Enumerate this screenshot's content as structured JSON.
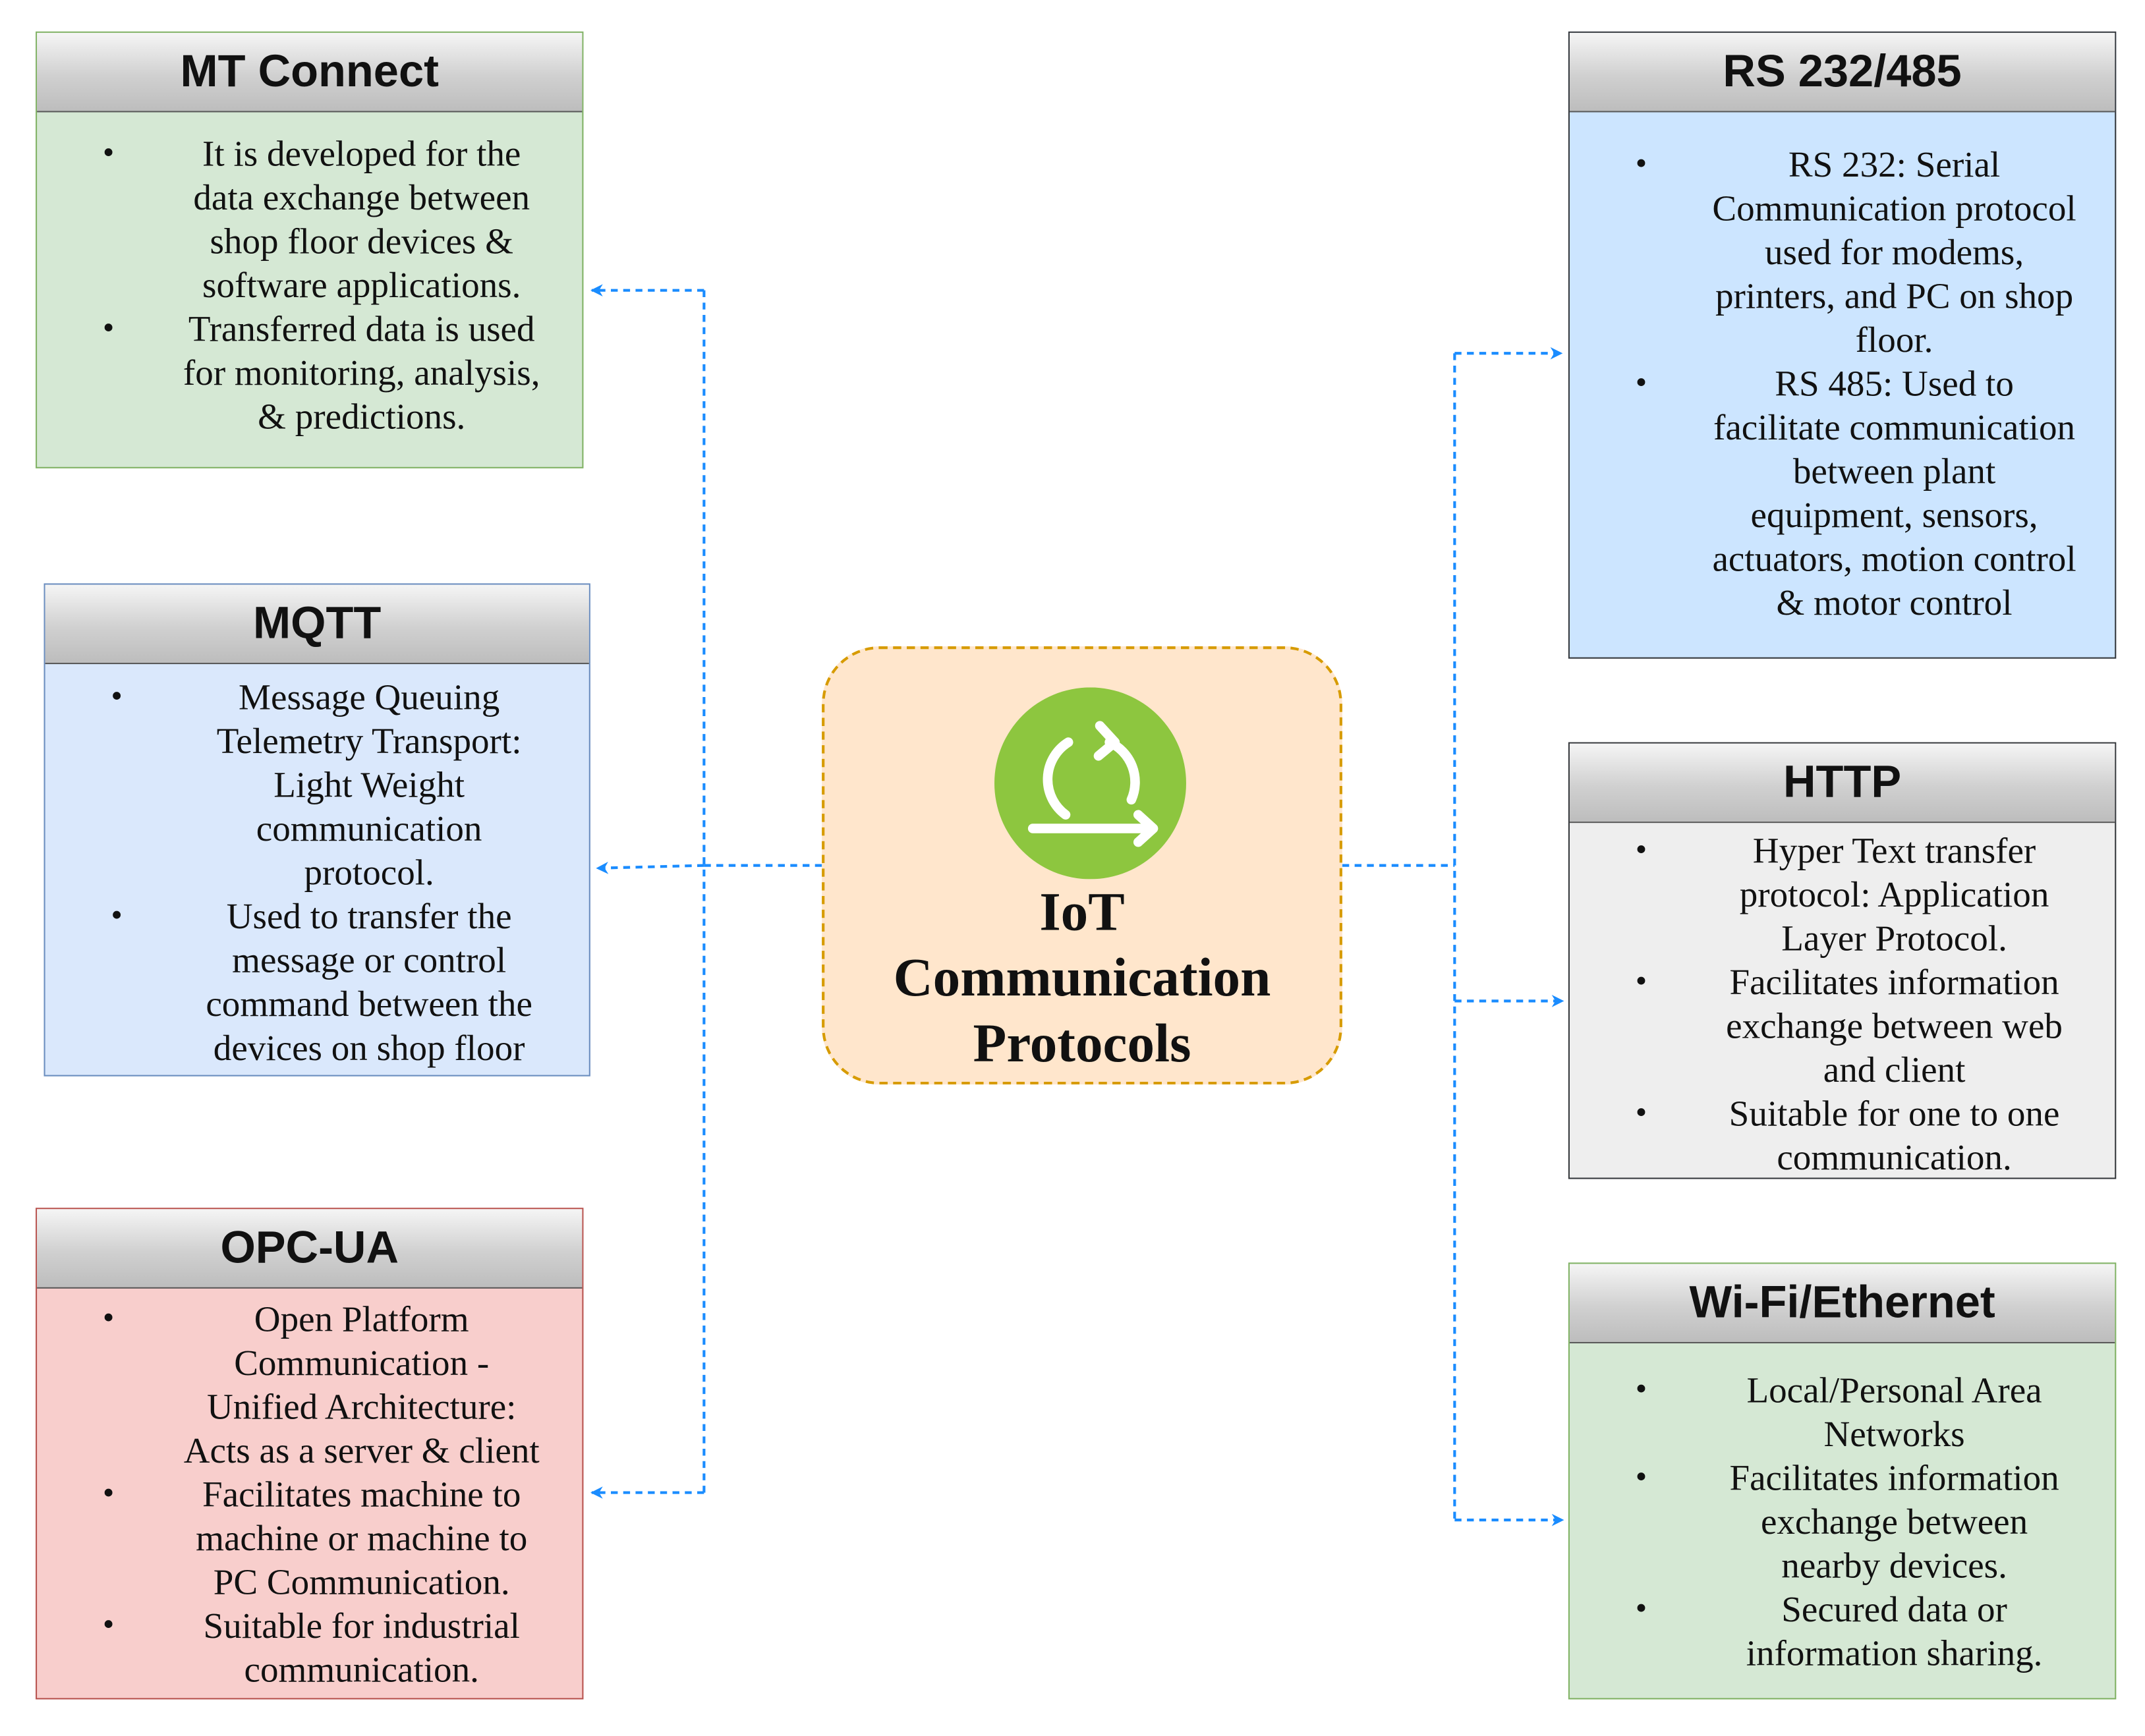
{
  "center": {
    "title": "IoT\nCommunication\nProtocols",
    "icon": "cycle-arrows-icon",
    "icon_color": "#8dc63f"
  },
  "colors": {
    "connector": "#1a8cff",
    "green_fill": "#d5e8d4",
    "blue_fill": "#dae8fc",
    "red_fill": "#f8cecc",
    "grey_fill": "#eeeeee",
    "center_fill": "#ffe6cc"
  },
  "cards": {
    "mtconnect": {
      "title": "MT Connect",
      "bullets": [
        "It is developed for the\ndata exchange between\nshop floor devices &\nsoftware applications.",
        "Transferred data is used\nfor monitoring, analysis,\n& predictions."
      ]
    },
    "mqtt": {
      "title": "MQTT",
      "bullets": [
        "Message Queuing\nTelemetry Transport:\nLight Weight\ncommunication\nprotocol.",
        "Used to transfer the\nmessage or control\ncommand between the\ndevices on shop floor"
      ]
    },
    "opcua": {
      "title": "OPC-UA",
      "bullets": [
        "Open Platform\nCommunication -\nUnified Architecture:\nActs as a server & client",
        "Facilitates machine to\nmachine or machine to\nPC Communication.",
        "Suitable for industrial\ncommunication."
      ]
    },
    "rs": {
      "title": "RS 232/485",
      "bullets": [
        "RS 232: Serial\nCommunication protocol\nused for modems,\nprinters, and PC on shop\nfloor.",
        "RS 485: Used to\nfacilitate communication\nbetween plant\nequipment, sensors,\nactuators, motion control\n& motor control"
      ]
    },
    "http": {
      "title": "HTTP",
      "bullets": [
        "Hyper Text transfer\nprotocol: Application\nLayer Protocol.",
        "Facilitates information\nexchange between web\nand client",
        "Suitable for one to one\ncommunication."
      ]
    },
    "wifi": {
      "title": "Wi-Fi/Ethernet",
      "bullets": [
        "Local/Personal Area\nNetworks",
        "Facilitates information\nexchange between\nnearby devices.",
        "Secured data or\ninformation sharing."
      ]
    }
  }
}
